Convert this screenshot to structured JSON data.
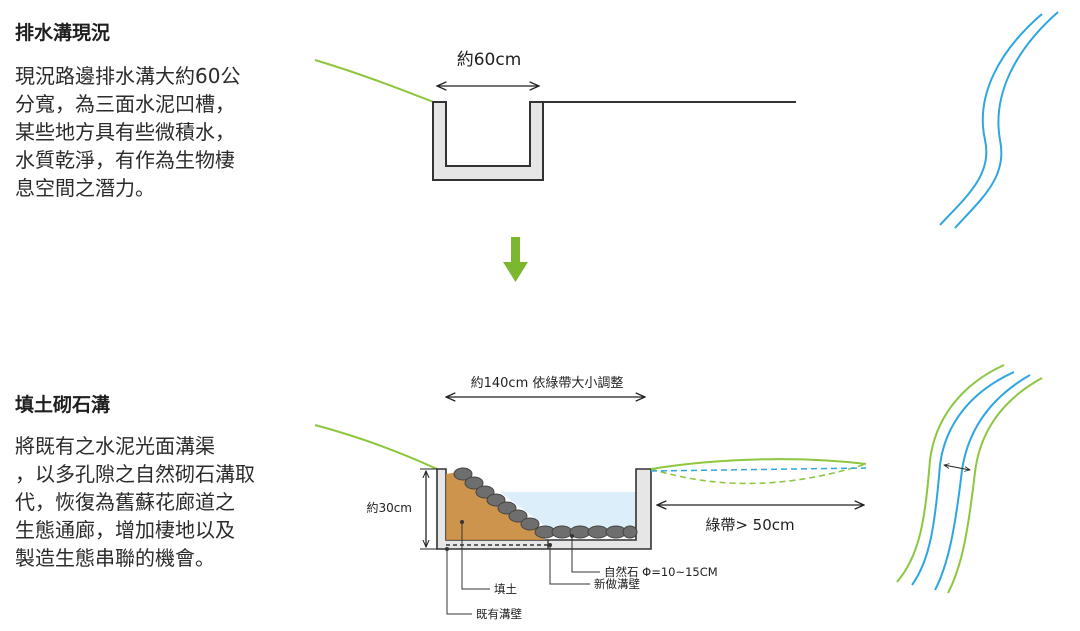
{
  "section_current": {
    "heading": "排水溝現況",
    "lines": [
      "現況路邊排水溝大約60公",
      "分寬，為三面水泥凹槽，",
      "某些地方具有些微積水，",
      "水質乾淨，有作為生物棲",
      "息空間之潛力。"
    ],
    "width_label": "約60cm"
  },
  "section_proposed": {
    "heading": "填土砌石溝",
    "lines": [
      "將既有之水泥光面溝渠",
      "，以多孔隙之自然砌石溝取",
      "代，恢復為舊蘇花廊道之",
      "生態通廊，增加棲地以及",
      "製造生態串聯的機會。"
    ],
    "width_label": "約140cm 依綠帶大小調整",
    "depth_label": "約30cm",
    "green_belt_label": "綠帶> 50cm",
    "callouts": {
      "natural_stone": "自然石 Φ=10~15CM",
      "fill_soil": "填土",
      "new_wall": "新做溝壁",
      "existing_wall": "既有溝壁"
    }
  },
  "colors": {
    "grass": "#8dc63f",
    "water_line": "#2ea6e0",
    "arrow_green": "#7cb82f",
    "concrete": "#e6e6e6",
    "soil": "#c8883a",
    "stone": "#6e6e6e",
    "water_fill": "#dbeefa"
  }
}
